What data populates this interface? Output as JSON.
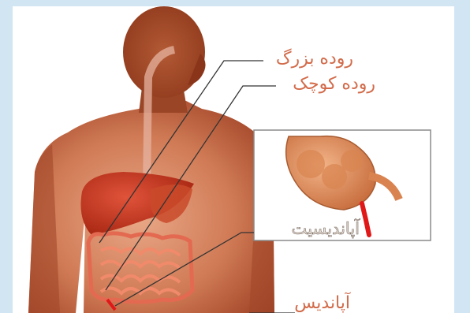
{
  "labels": {
    "large_intestine": "روده بزرگ",
    "small_intestine": "روده کوچک",
    "appendicitis": "آپاندیسیت",
    "appendix": "آپاندیس"
  },
  "colors": {
    "background": "#d2e5f3",
    "label_text": "#d26b4a",
    "body_dark": "#8e3a21",
    "body_light": "#d98a66",
    "intestine": "#e8735a",
    "appendix_inflamed": "#e01818"
  }
}
